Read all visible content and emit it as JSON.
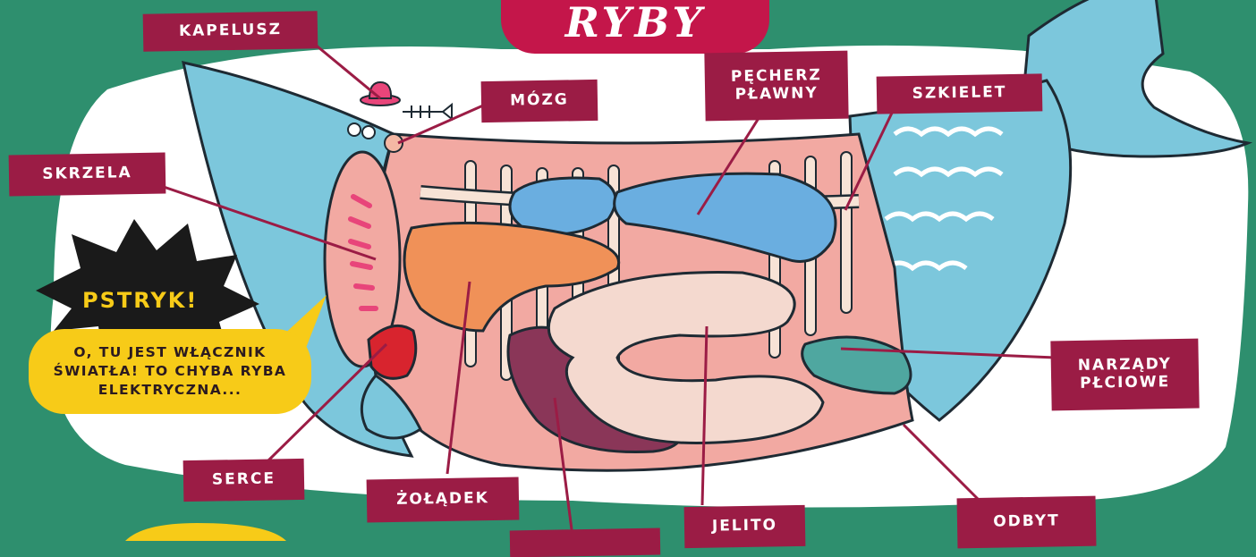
{
  "title": "RYBY",
  "labels": {
    "kapelusz": "KAPELUSZ",
    "mozg": "MÓZG",
    "pecherz": "PĘCHERZ\nPŁAWNY",
    "szkielet": "SZKIELET",
    "skrzela": "SKRZELA",
    "narzady": "NARZĄDY\nPŁCIOWE",
    "serce": "SERCE",
    "zoladek": "ŻOŁĄDEK",
    "jelito": "JELITO",
    "odbyt": "ODBYT"
  },
  "callout": {
    "sound": "PSTRYK!",
    "text": "O, TU JEST WŁĄCZNIK ŚWIATŁA! TO CHYBA RYBA ELEKTRYCZNA..."
  },
  "colors": {
    "background": "#2e8f6e",
    "label": "#9b1c45",
    "title_badge": "#c4164a",
    "bubble": "#f7cb18",
    "fish_skin": "#7cc7dc",
    "bladder": "#6aaee0",
    "stomach": "#f09158",
    "intestine": "#f4d9cf",
    "heart": "#d8242e",
    "liver": "#8a3658",
    "gonads": "#4fa7a0",
    "flesh": "#f2a9a2"
  }
}
